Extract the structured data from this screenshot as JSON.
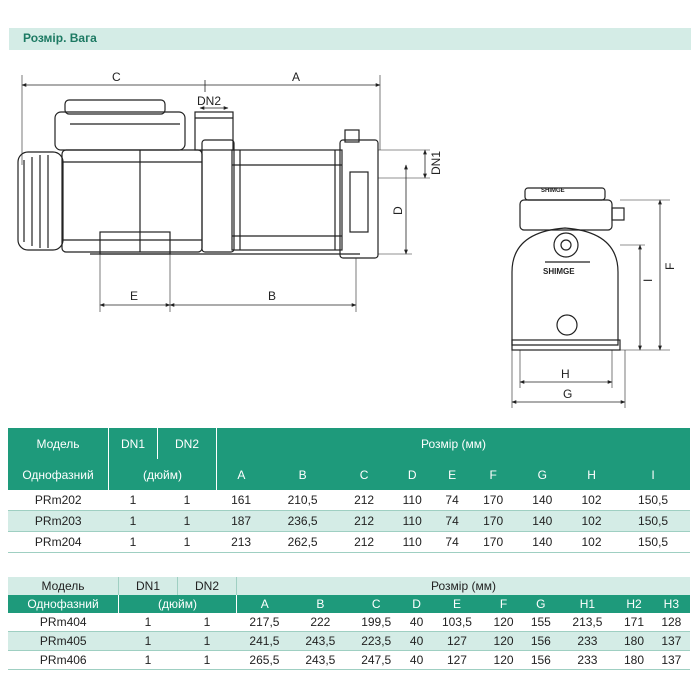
{
  "section": {
    "title": "Розмір. Вага"
  },
  "drawing": {
    "labels": {
      "C": "C",
      "A": "A",
      "DN2": "DN2",
      "DN1": "DN1",
      "D": "D",
      "E": "E",
      "B": "B",
      "F": "F",
      "I": "I",
      "H": "H",
      "G": "G"
    },
    "brand": "SHIMGE"
  },
  "table1": {
    "header": {
      "model": "Модель",
      "dn1": "DN1",
      "dn2": "DN2",
      "size": "Розмір (мм)",
      "phase": "Однофазний",
      "inch": "(дюйм)",
      "cols": [
        "A",
        "B",
        "C",
        "D",
        "E",
        "F",
        "G",
        "H",
        "I"
      ]
    },
    "rows": [
      {
        "model": "PRm202",
        "dn1": "1",
        "dn2": "1",
        "vals": [
          "161",
          "210,5",
          "212",
          "110",
          "74",
          "170",
          "140",
          "102",
          "150,5"
        ]
      },
      {
        "model": "PRm203",
        "dn1": "1",
        "dn2": "1",
        "vals": [
          "187",
          "236,5",
          "212",
          "110",
          "74",
          "170",
          "140",
          "102",
          "150,5"
        ]
      },
      {
        "model": "PRm204",
        "dn1": "1",
        "dn2": "1",
        "vals": [
          "213",
          "262,5",
          "212",
          "110",
          "74",
          "170",
          "140",
          "102",
          "150,5"
        ]
      }
    ]
  },
  "table2": {
    "header": {
      "model": "Модель",
      "dn1": "DN1",
      "dn2": "DN2",
      "size": "Розмір (мм)",
      "phase": "Однофазний",
      "inch": "(дюйм)",
      "cols": [
        "A",
        "B",
        "C",
        "D",
        "E",
        "F",
        "G",
        "H1",
        "H2",
        "H3"
      ]
    },
    "rows": [
      {
        "model": "PRm404",
        "dn1": "1",
        "dn2": "1",
        "vals": [
          "217,5",
          "222",
          "199,5",
          "40",
          "103,5",
          "120",
          "155",
          "213,5",
          "171",
          "128"
        ]
      },
      {
        "model": "PRm405",
        "dn1": "1",
        "dn2": "1",
        "vals": [
          "241,5",
          "243,5",
          "223,5",
          "40",
          "127",
          "120",
          "156",
          "233",
          "180",
          "137"
        ]
      },
      {
        "model": "PRm406",
        "dn1": "1",
        "dn2": "1",
        "vals": [
          "265,5",
          "243,5",
          "247,5",
          "40",
          "127",
          "120",
          "156",
          "233",
          "180",
          "137"
        ]
      }
    ]
  }
}
